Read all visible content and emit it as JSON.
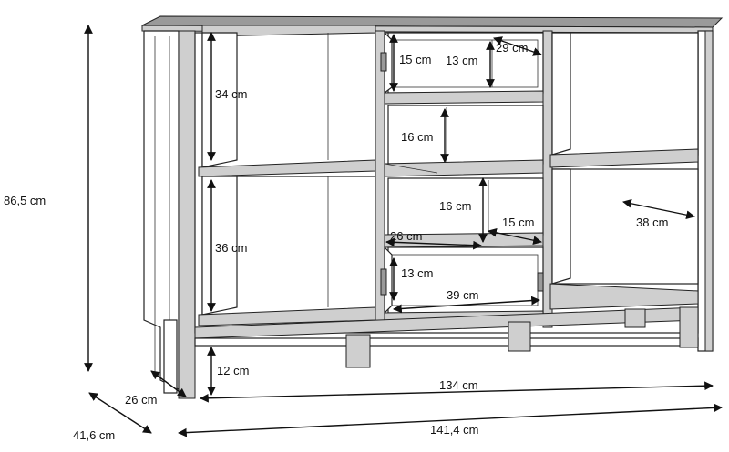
{
  "dimensions": {
    "height_total": "86,5 cm",
    "depth_total": "41,6 cm",
    "depth_body": "26 cm",
    "width_total": "141,4 cm",
    "width_body": "134 cm",
    "leg_height": "12 cm",
    "left_upper": "34 cm",
    "left_lower": "36 cm",
    "drawer_top_height_outer": "15 cm",
    "drawer_top_height_inner": "13 cm",
    "drawer_top_depth": "29 cm",
    "middle_shelf_upper": "16 cm",
    "middle_shelf_lower": "16 cm",
    "middle_shelf_depth": "15 cm",
    "middle_shelf_width": "26 cm",
    "drawer_bottom_height": "13 cm",
    "drawer_bottom_width": "39 cm",
    "right_shelf_depth": "38 cm"
  }
}
